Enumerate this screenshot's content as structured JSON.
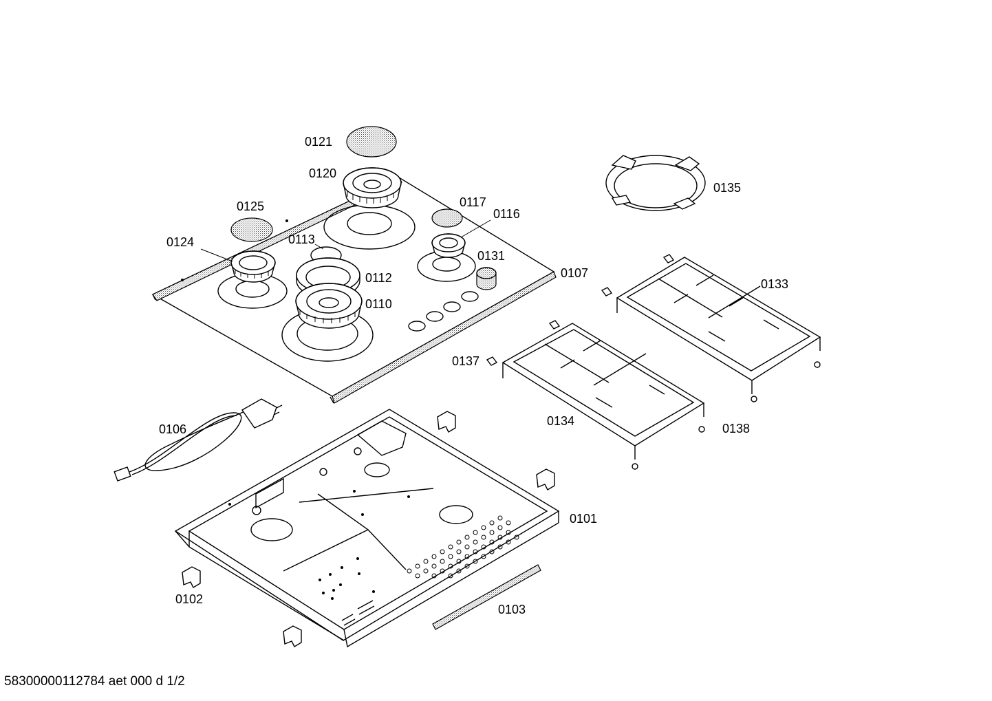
{
  "diagram": {
    "labels": {
      "p0121": "0121",
      "p0120": "0120",
      "p0125": "0125",
      "p0124": "0124",
      "p0113": "0113",
      "p0117": "0117",
      "p0116": "0116",
      "p0131": "0131",
      "p0112": "0112",
      "p0110": "0110",
      "p0107": "0107",
      "p0135": "0135",
      "p0133": "0133",
      "p0137": "0137",
      "p0134": "0134",
      "p0138": "0138",
      "p0106": "0106",
      "p0101": "0101",
      "p0102": "0102",
      "p0103": "0103"
    },
    "footer": "58300000112784 aet 000 d 1/2"
  }
}
